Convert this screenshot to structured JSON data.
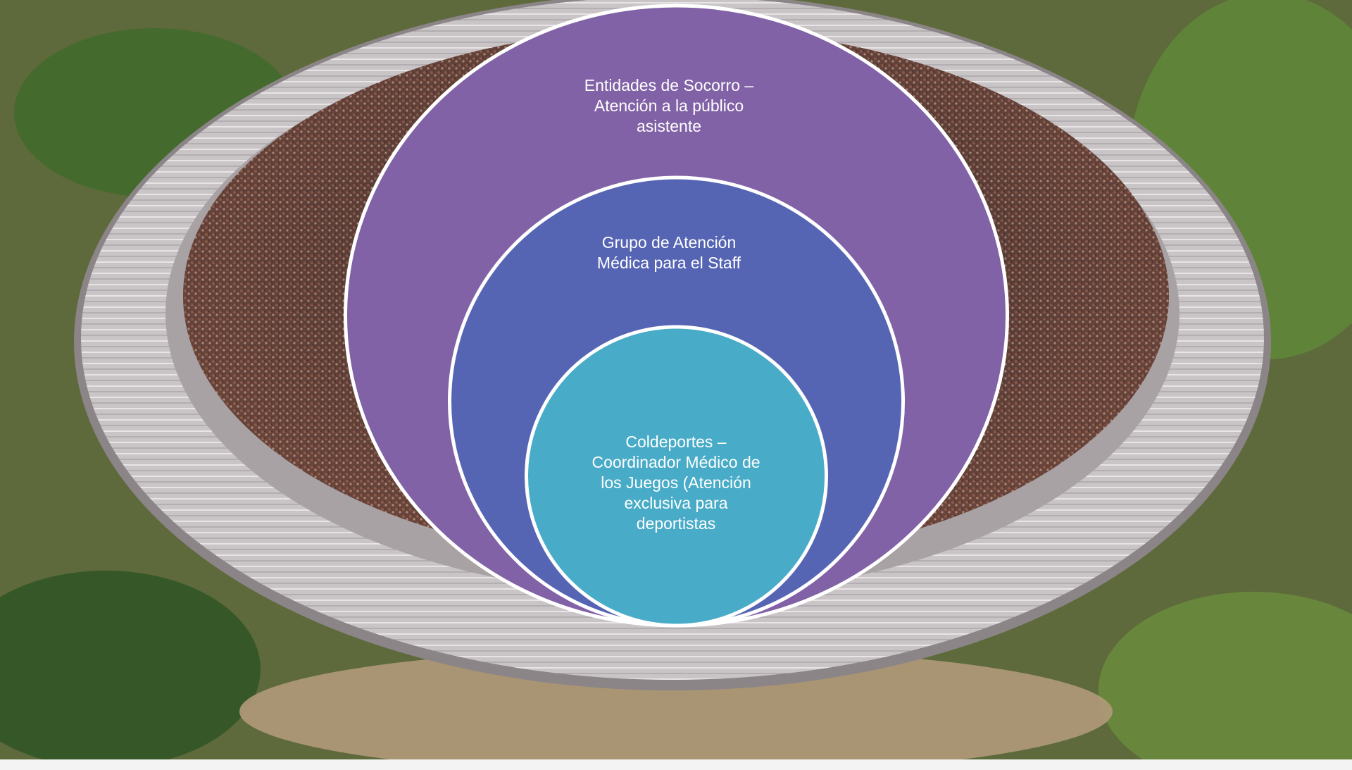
{
  "diagram": {
    "type": "nested-circles",
    "colors": {
      "outer": "#8162A6",
      "middle": "#5565B3",
      "inner": "#48ABC7",
      "border": "#ffffff",
      "text": "#ffffff"
    },
    "levels": [
      {
        "name": "outer",
        "lines": [
          "Entidades de Socorro –",
          "Atención a la público",
          "asistente"
        ]
      },
      {
        "name": "middle",
        "lines": [
          "Grupo de Atención",
          "Médica para el Staff"
        ]
      },
      {
        "name": "inner",
        "lines": [
          "Coldeportes –",
          "Coordinador Médico de",
          "los Juegos (Atención",
          "exclusiva para",
          "deportistas"
        ]
      }
    ]
  },
  "background": {
    "description_icon": "stadium-photo"
  }
}
